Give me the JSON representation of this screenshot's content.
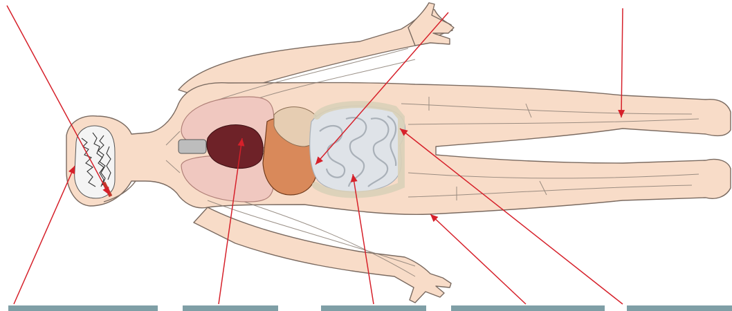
{
  "diagram": {
    "subject": "human-body-organs",
    "orientation": "lying-horizontal",
    "colors": {
      "skin": "#f8dcc8",
      "skin_outline": "#7a6a60",
      "vein": "#8a7e74",
      "lung": "#f0c8c0",
      "heart": "#6e2228",
      "liver": "#d9895a",
      "stomach": "#e6cdb2",
      "intestine": "#dfe3e8",
      "intestine_shade": "#a9b0b8",
      "brain": "#f4f4f4",
      "arrow": "#d6202a",
      "label_box": "#7f9fa6"
    },
    "labels": [
      {
        "id": "label-1",
        "text": ""
      },
      {
        "id": "label-2",
        "text": ""
      },
      {
        "id": "label-3",
        "text": ""
      },
      {
        "id": "label-4",
        "text": ""
      },
      {
        "id": "label-5",
        "text": ""
      }
    ]
  }
}
